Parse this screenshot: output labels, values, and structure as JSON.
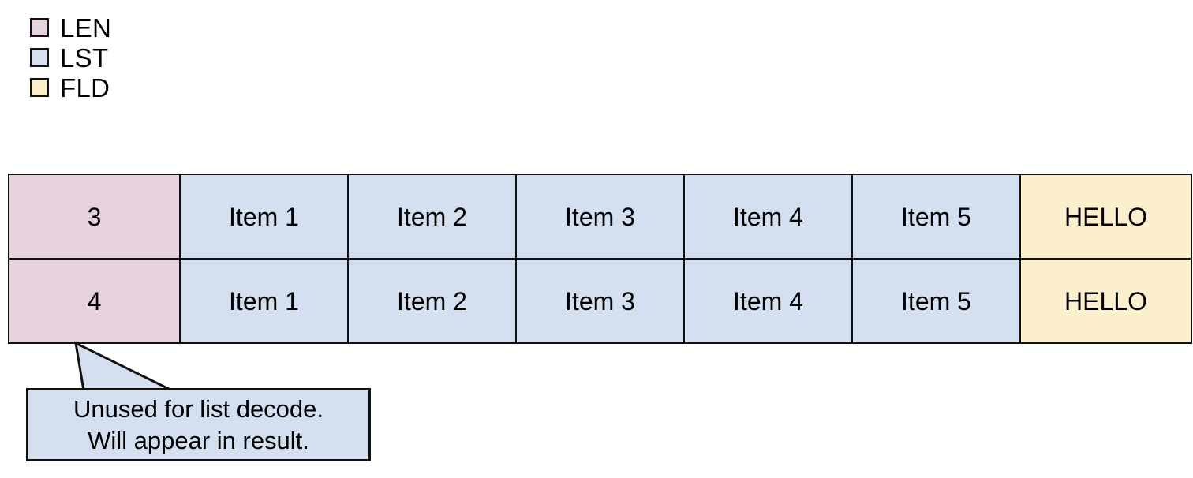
{
  "colors": {
    "len": "#E5D2DE",
    "lst": "#D4E0F0",
    "fld": "#FCEFCD",
    "stroke": "#111111",
    "background": "#FFFFFF",
    "text": "#000000"
  },
  "legend": {
    "items": [
      {
        "label": "LEN",
        "color": "#E5D2DE",
        "swatch_name": "legend-swatch-len"
      },
      {
        "label": "LST",
        "color": "#D4E0F0",
        "swatch_name": "legend-swatch-lst"
      },
      {
        "label": "FLD",
        "color": "#FCEFCD",
        "swatch_name": "legend-swatch-fld"
      }
    ]
  },
  "table": {
    "column_kinds": [
      "LEN",
      "LST",
      "LST",
      "LST",
      "LST",
      "LST",
      "FLD"
    ],
    "rows": [
      {
        "len": "3",
        "list": [
          "Item 1",
          "Item 2",
          "Item 3",
          "Item 4",
          "Item 5"
        ],
        "field": "HELLO"
      },
      {
        "len": "4",
        "list": [
          "Item 1",
          "Item 2",
          "Item 3",
          "Item 4",
          "Item 5"
        ],
        "field": "HELLO"
      }
    ]
  },
  "callout": {
    "line1": "Unused for list decode.",
    "line2": "Will appear in result.",
    "fill": "#D4E0F0",
    "points_to": "row-2-len-cell"
  }
}
